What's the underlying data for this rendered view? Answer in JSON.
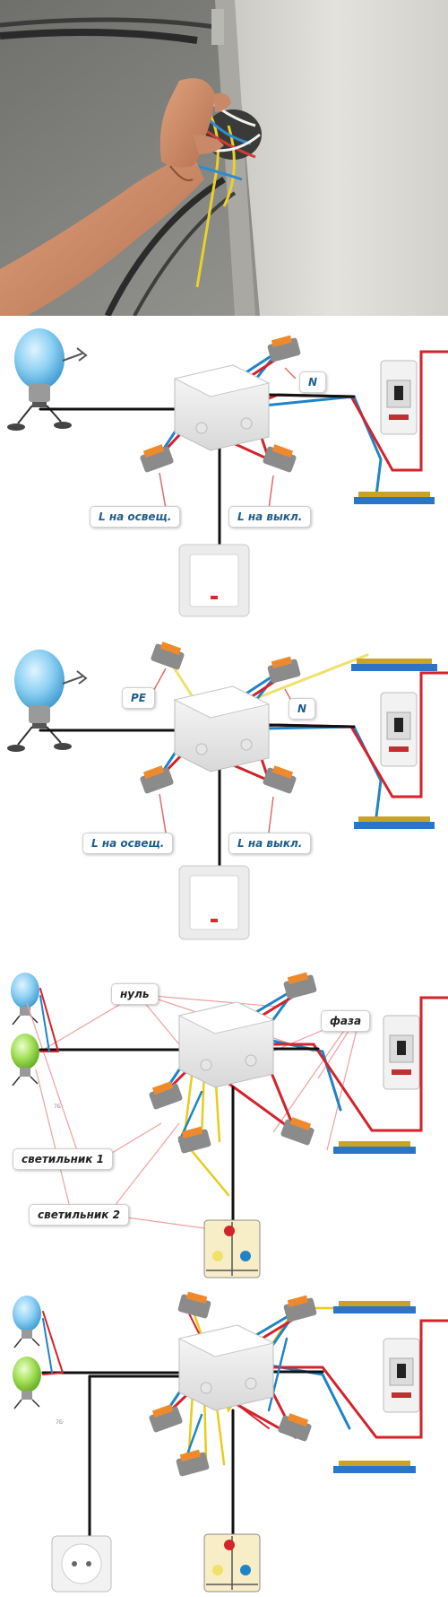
{
  "photo": {
    "icon": "hand-wiring-photo"
  },
  "diagram1": {
    "label_n": "N",
    "label_l_light": "L на освещ.",
    "label_l_switch": "L на выкл."
  },
  "diagram2": {
    "label_pe": "PE",
    "label_n": "N",
    "label_l_light": "L на освещ.",
    "label_l_switch": "L на выкл."
  },
  "diagram3": {
    "label_null": "нуль",
    "label_phase": "фаза",
    "label_lamp1": "светильник 1",
    "label_lamp2": "светильник 2",
    "small_text": "7Б·"
  },
  "diagram4": {
    "small_text": "7Б·"
  },
  "colors": {
    "phase": "#d3232b",
    "neutral": "#1f84c6",
    "ground": "#f0e16a",
    "switch_line": "#111111",
    "bus": "#c9a227"
  }
}
